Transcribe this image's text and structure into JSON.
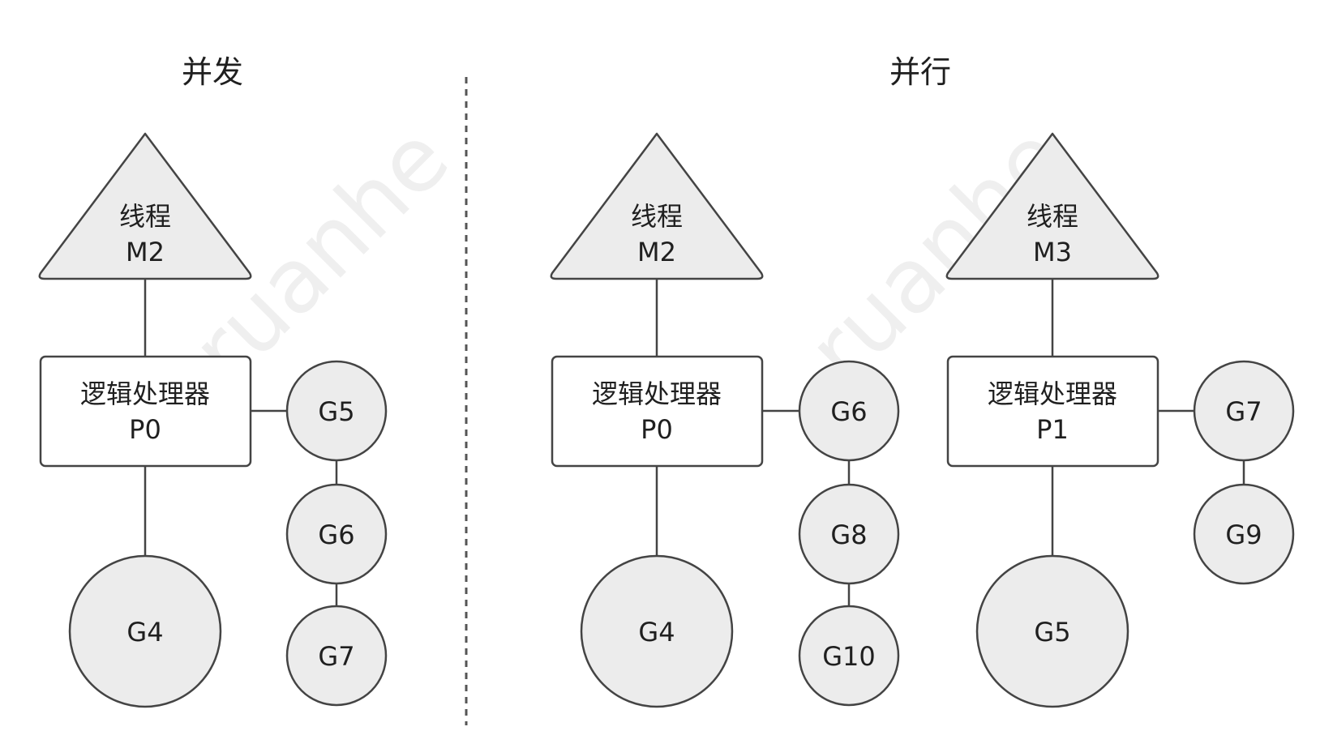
{
  "sections": {
    "concurrency": {
      "title": "并发"
    },
    "parallelism": {
      "title": "并行"
    }
  },
  "watermark": "ruanhe",
  "colors": {
    "fill": "#ececec",
    "stroke": "#444444",
    "text": "#1f1f1f",
    "divider": "#555555",
    "background": "#ffffff"
  },
  "labels": {
    "thread": "线程",
    "processor": "逻辑处理器"
  },
  "nodes": {
    "left_m2": {
      "kind": "thread",
      "id": "M2"
    },
    "left_p0": {
      "kind": "processor",
      "id": "P0"
    },
    "left_g4": "G4",
    "left_g5": "G5",
    "left_g6": "G6",
    "left_g7": "G7",
    "mid_m2": {
      "kind": "thread",
      "id": "M2"
    },
    "mid_p0": {
      "kind": "processor",
      "id": "P0"
    },
    "mid_g4": "G4",
    "mid_g6": "G6",
    "mid_g8": "G8",
    "mid_g10": "G10",
    "right_m3": {
      "kind": "thread",
      "id": "M3"
    },
    "right_p1": {
      "kind": "processor",
      "id": "P1"
    },
    "right_g5": "G5",
    "right_g7": "G7",
    "right_g9": "G9"
  }
}
